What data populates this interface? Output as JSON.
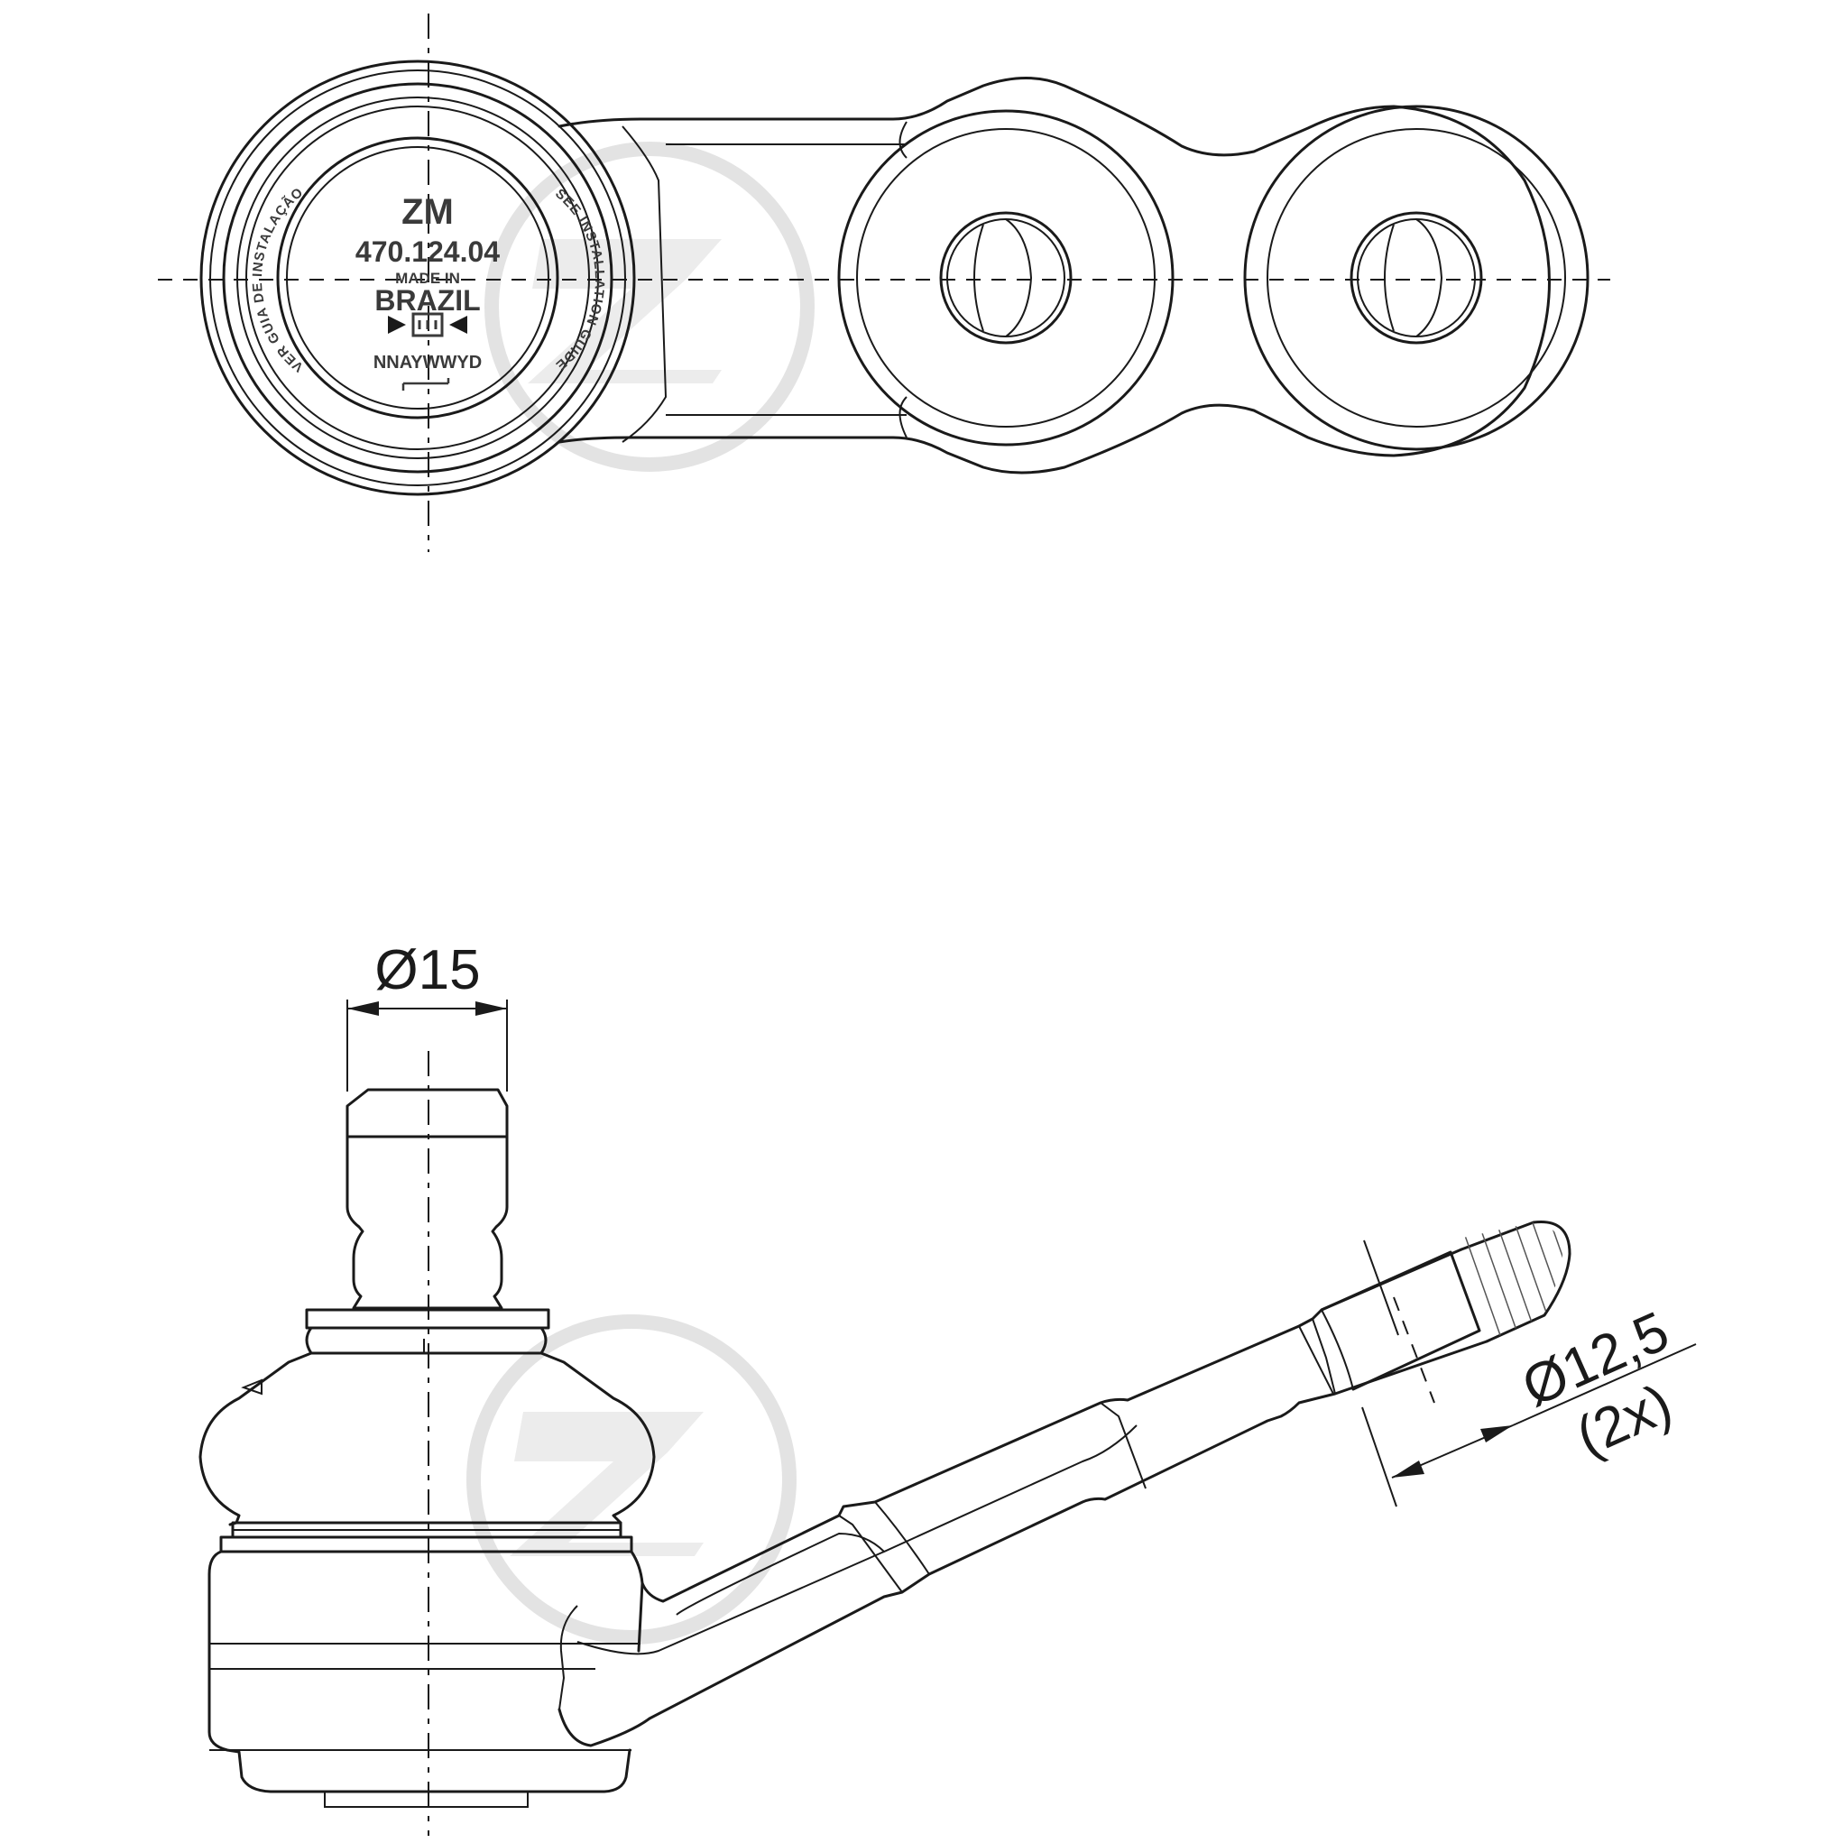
{
  "marking": {
    "brand": "ZM",
    "part_number": "470.124.04",
    "made_in_line1": "MADE IN",
    "made_in_line2": "BRAZIL",
    "date_code": "NNAYWWYD",
    "ring_text_pt": "VER GUIA DE INSTALAÇÃO",
    "ring_text_en": "SEE INSTALLATION GUIDE"
  },
  "dimensions": {
    "stud_diameter": "Ø15",
    "hole_diameter": "Ø12,5",
    "hole_count": "(2x)"
  }
}
